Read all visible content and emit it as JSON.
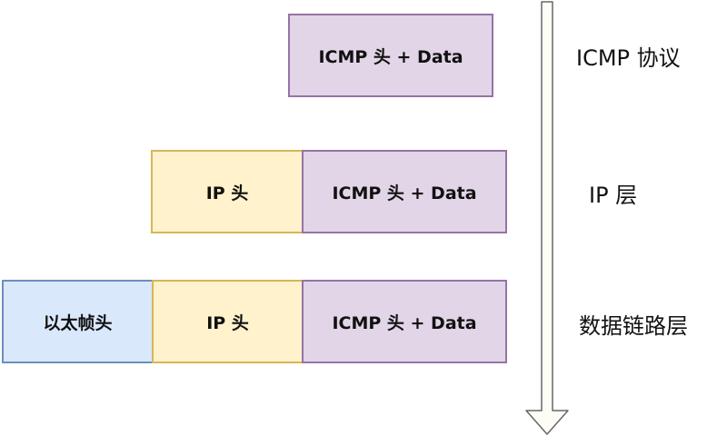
{
  "rows": [
    {
      "layer_label": "ICMP 协议",
      "segments": [
        {
          "text": "ICMP 头 + Data",
          "kind": "icmp"
        }
      ]
    },
    {
      "layer_label": "IP 层",
      "segments": [
        {
          "text": "IP 头",
          "kind": "ip"
        },
        {
          "text": "ICMP 头 + Data",
          "kind": "icmp"
        }
      ]
    },
    {
      "layer_label": "数据链路层",
      "segments": [
        {
          "text": "以太帧头",
          "kind": "eth"
        },
        {
          "text": "IP 头",
          "kind": "ip"
        },
        {
          "text": "ICMP 头 + Data",
          "kind": "icmp"
        }
      ]
    }
  ],
  "colors": {
    "icmp_fill": "#e1d5e7",
    "icmp_stroke": "#9673a6",
    "ip_fill": "#fff2cc",
    "ip_stroke": "#d6b656",
    "eth_fill": "#dae8fc",
    "eth_stroke": "#6c8ebf",
    "arrow_fill": "#fdfdf5",
    "arrow_stroke": "#666666"
  },
  "arrow": {
    "direction": "down"
  }
}
